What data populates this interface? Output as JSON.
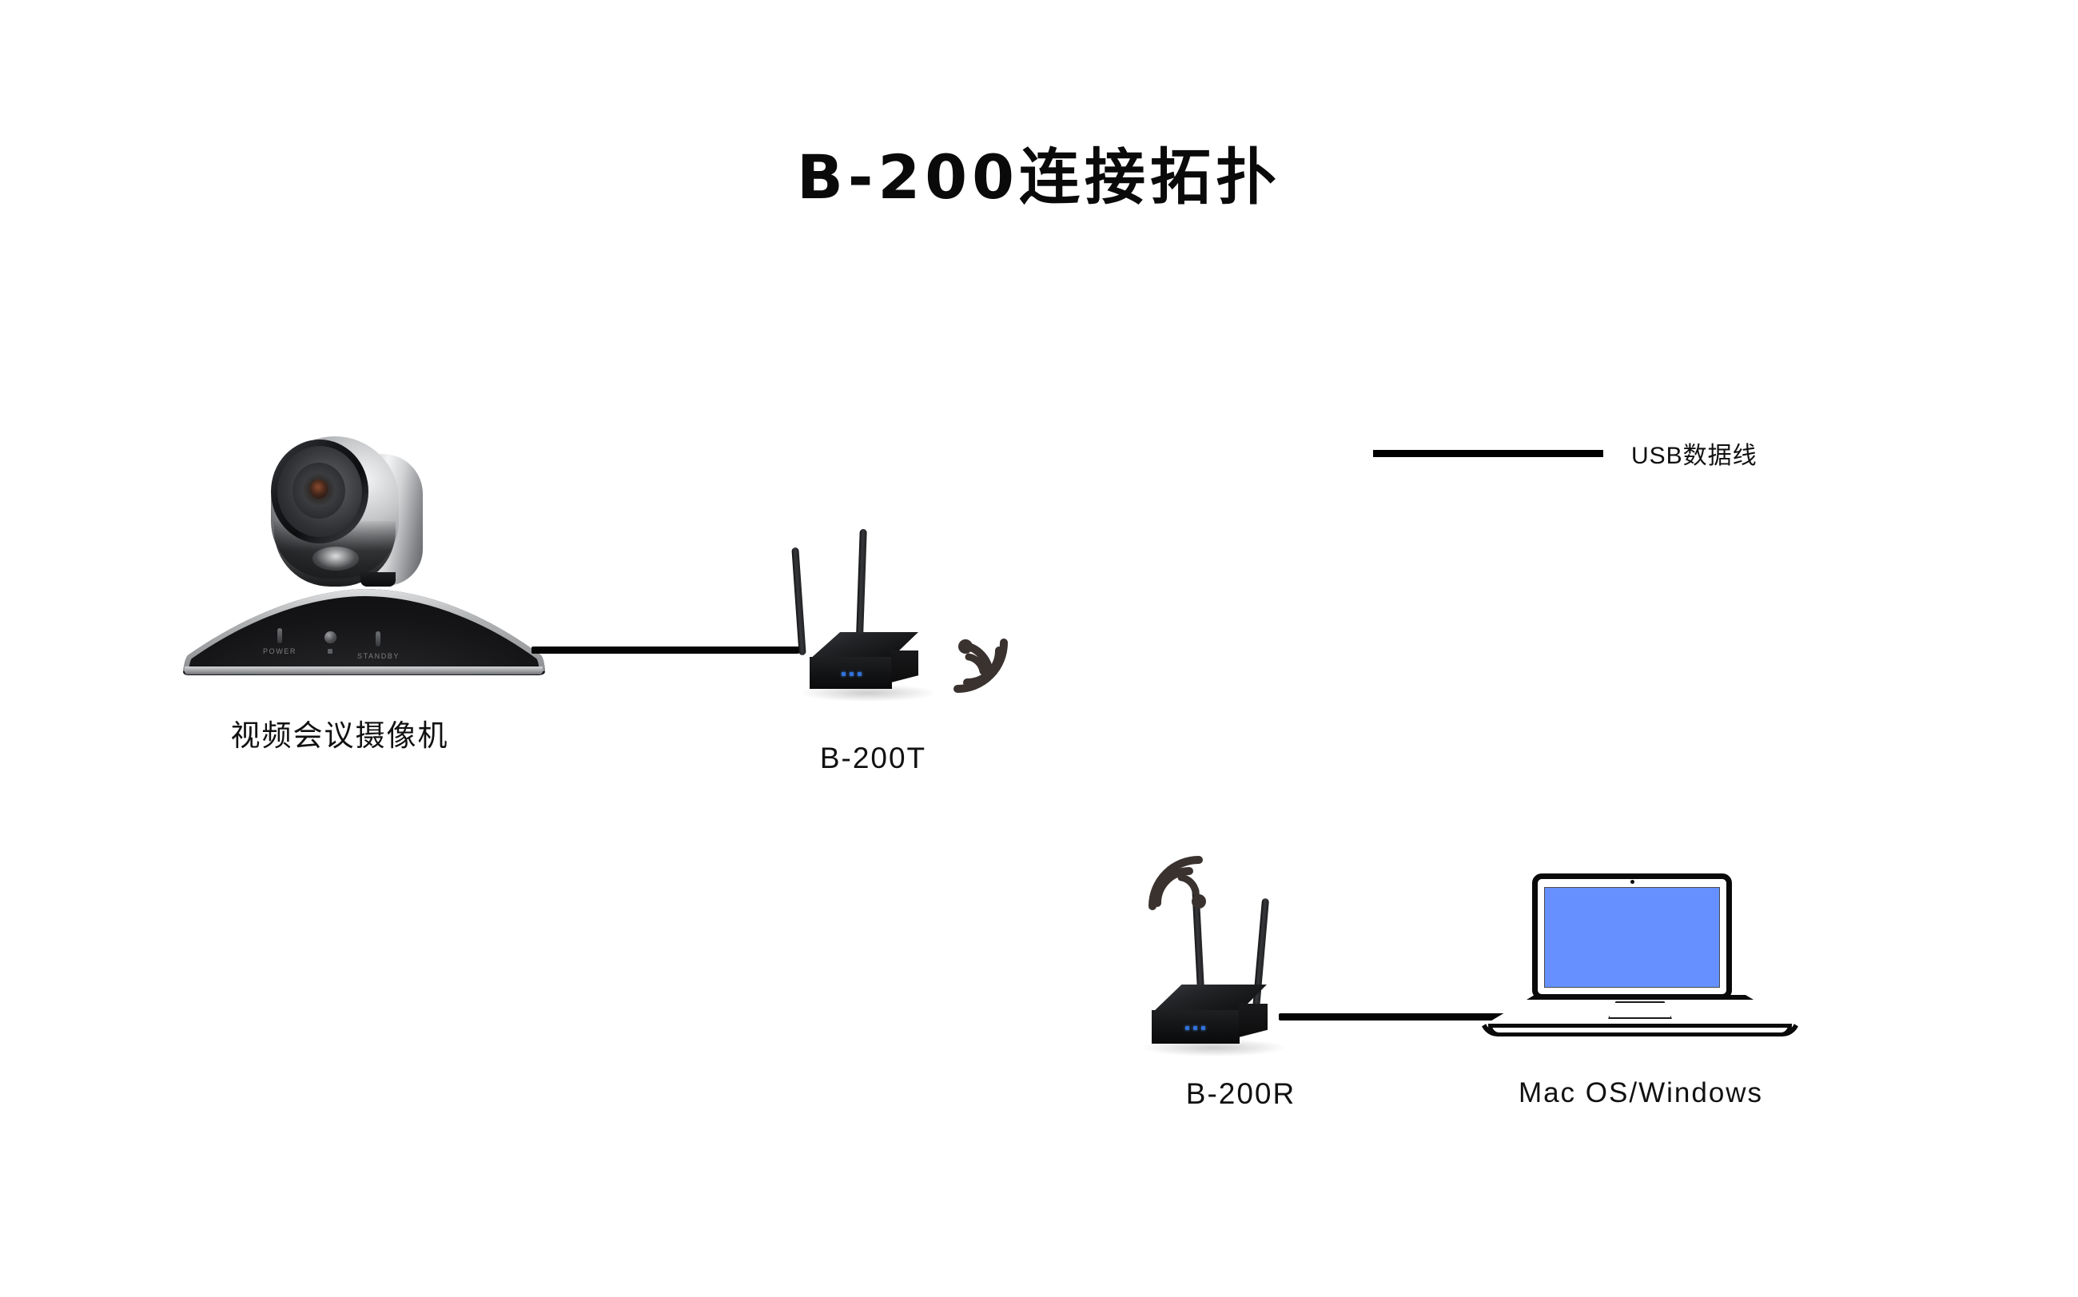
{
  "title": "B-200连接拓扑",
  "legend": {
    "line_color": "#000000",
    "label": "USB数据线"
  },
  "devices": [
    {
      "id": "camera",
      "name": "video-conference-camera",
      "label": "视频会议摄像机",
      "captions": {
        "power": "POWER",
        "standby": "STANDBY"
      }
    },
    {
      "id": "transmitter",
      "name": "b-200t-transmitter",
      "label": "B-200T",
      "wifi": "wifi-signal-right"
    },
    {
      "id": "receiver",
      "name": "b-200r-receiver",
      "label": "B-200R",
      "wifi": "wifi-signal-up-left"
    },
    {
      "id": "laptop",
      "name": "laptop-computer",
      "label": "Mac OS/Windows",
      "screen_color": "#6690ff"
    }
  ],
  "connections": [
    {
      "from": "camera",
      "to": "transmitter",
      "type": "USB数据线"
    },
    {
      "from": "receiver",
      "to": "laptop",
      "type": "USB数据线"
    },
    {
      "from": "transmitter",
      "to": "receiver",
      "type": "wireless"
    }
  ],
  "colors": {
    "background": "#ffffff",
    "cable": "#050505",
    "text": "#111111",
    "wifi": "#3a322f",
    "led": "#2f72d8"
  }
}
